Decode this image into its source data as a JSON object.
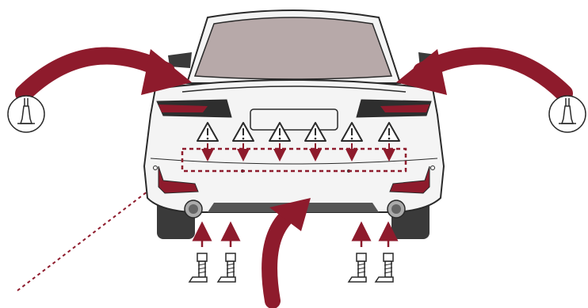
{
  "diagram": {
    "colors": {
      "accent": "#8e1b2c",
      "body_fill": "#f4f4f4",
      "outline": "#2a2a2a",
      "tire": "#3a3a3a",
      "window": "#b7a9a9",
      "lamp": "#8e1b2c",
      "warning_fill": "#ffffff"
    },
    "icons": {
      "warning": "warning-triangle-icon",
      "fastener_top": "push-pin-clip-icon",
      "fastener_bottom": "screw-fastener-icon",
      "arrow_small": "arrow-icon",
      "arrow_large": "curved-arrow-icon"
    },
    "counts": {
      "warnings": 6,
      "bottom_fasteners": 4,
      "top_clips": 2
    }
  }
}
